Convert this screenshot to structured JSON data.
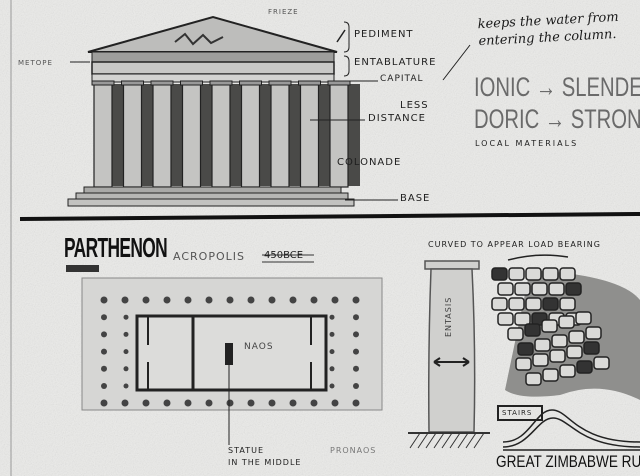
{
  "temple_labels": {
    "frieze": "FRIEZE",
    "pediment": "PEDIMENT",
    "entablature": "ENTABLATURE",
    "metope": "METOPE",
    "capital": "CAPITAL",
    "less": "LESS",
    "distance": "DISTANCE",
    "colonade": "COLONADE",
    "base": "BASE"
  },
  "note": {
    "handwritten": "keeps the water from entering the column.",
    "ionic": "IONIC → SLENDER",
    "doric": "DORIC → STRONG",
    "local_materials": "LOCAL MATERIALS"
  },
  "plan": {
    "title": "PARTHENON",
    "location": "ACROPOLIS",
    "date": "450BCE",
    "naos": "NAOS",
    "statue_line1": "STATUE",
    "statue_line2": "IN THE MIDDLE",
    "pronaos": "PRONAOS"
  },
  "column": {
    "caption": "CURVED TO APPEAR LOAD BEARING",
    "entasis": "ENTASIS"
  },
  "ruins": {
    "stairs": "STAIRS",
    "title": "GREAT ZIMBABWE RUINS"
  }
}
